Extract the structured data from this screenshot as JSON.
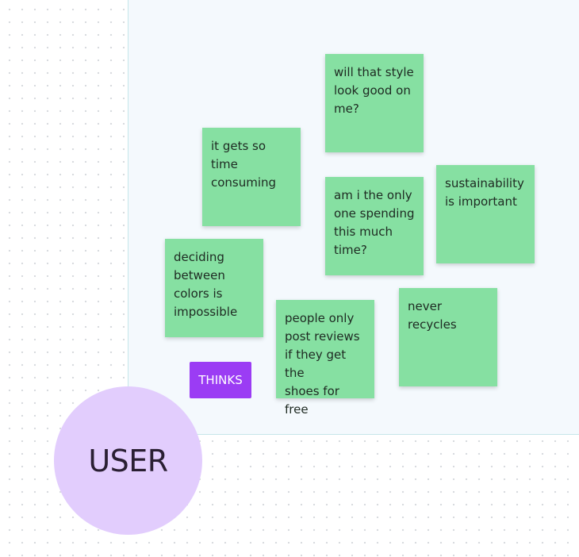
{
  "colors": {
    "sticky": "#86e0a2",
    "section_bg": "#f4f9fd",
    "section_border": "#c6e6ea",
    "thinks_bg": "#9b3cf4",
    "user_circle": "#e2cdfd"
  },
  "stickies": [
    "will that style\nlook good on\nme?",
    "it gets so time\nconsuming",
    "am i the only\none spending\nthis much\ntime?",
    "sustainability\nis important",
    "deciding\nbetween\ncolors is\nimpossible",
    "people only\npost reviews\nif they get the\nshoes for free",
    "never\nrecycles"
  ],
  "thinks_label": "THINKS",
  "user_label": "USER"
}
